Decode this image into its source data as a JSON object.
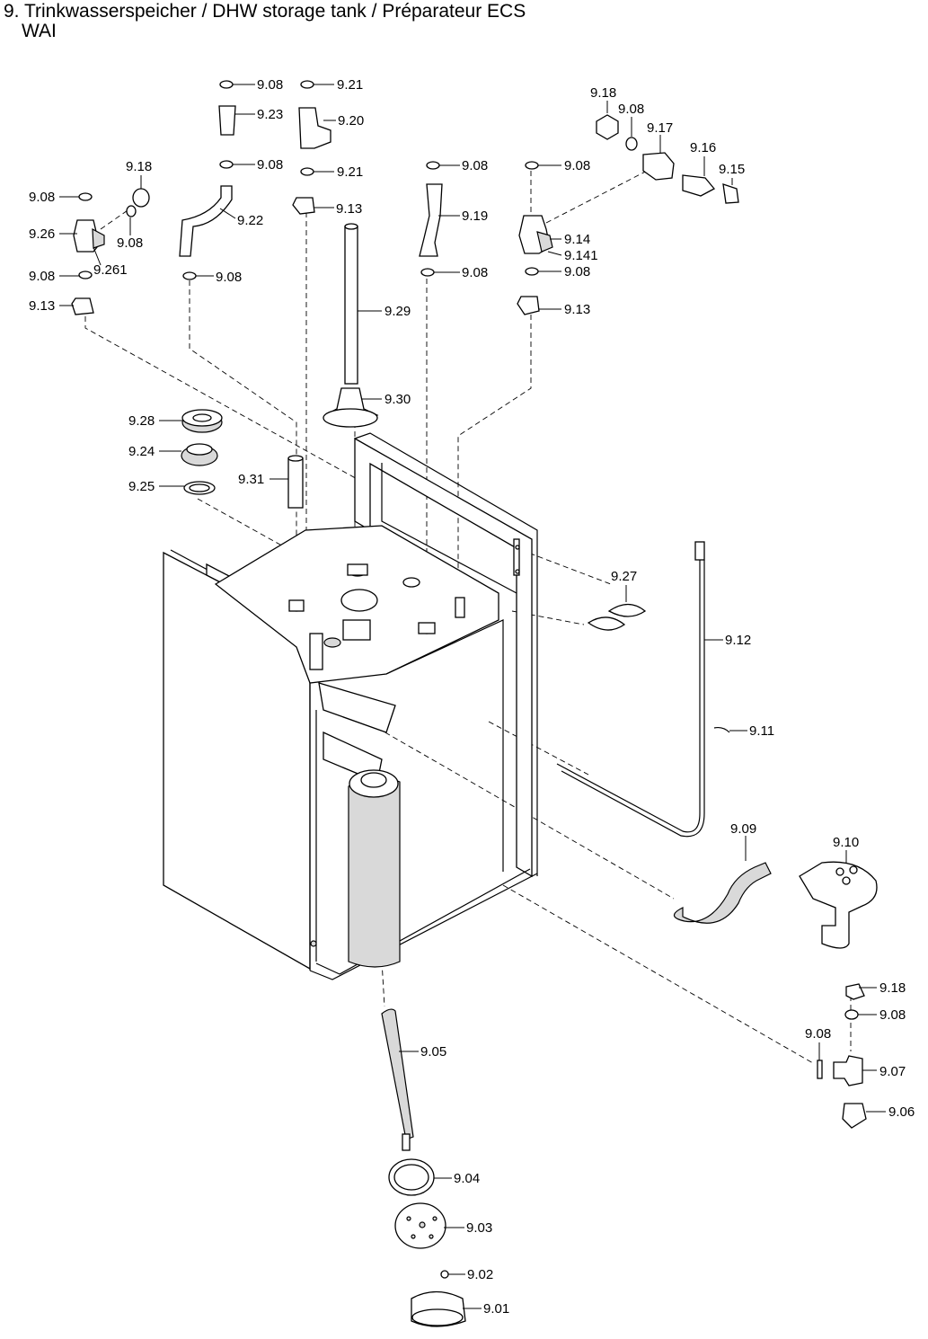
{
  "title": {
    "line1": "9. Trinkwasserspeicher / DHW storage tank / Préparateur ECS",
    "line2": "WAI"
  },
  "labels": {
    "p9_01": "9.01",
    "p9_02": "9.02",
    "p9_03": "9.03",
    "p9_04": "9.04",
    "p9_05": "9.05",
    "p9_06": "9.06",
    "p9_07": "9.07",
    "p9_08": "9.08",
    "p9_09": "9.09",
    "p9_10": "9.10",
    "p9_11": "9.11",
    "p9_12": "9.12",
    "p9_13": "9.13",
    "p9_14": "9.14",
    "p9_141": "9.141",
    "p9_15": "9.15",
    "p9_16": "9.16",
    "p9_17": "9.17",
    "p9_18": "9.18",
    "p9_19": "9.19",
    "p9_20": "9.20",
    "p9_21": "9.21",
    "p9_22": "9.22",
    "p9_23": "9.23",
    "p9_24": "9.24",
    "p9_25": "9.25",
    "p9_26": "9.26",
    "p9_261": "9.261",
    "p9_27": "9.27",
    "p9_28": "9.28",
    "p9_29": "9.29",
    "p9_30": "9.30",
    "p9_31": "9.31"
  }
}
